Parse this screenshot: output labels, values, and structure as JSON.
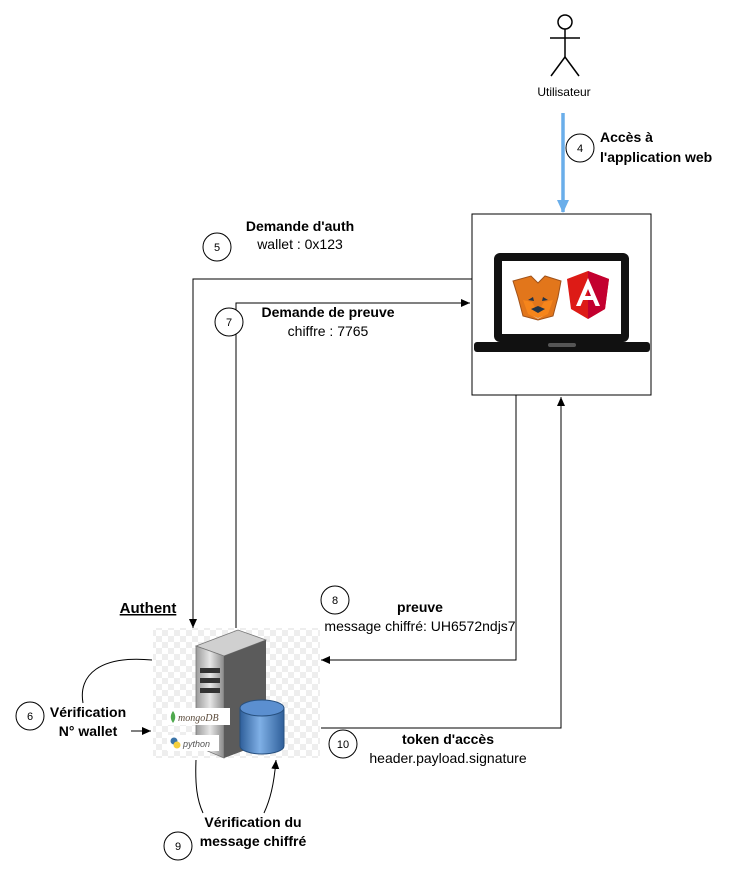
{
  "actor": {
    "label": "Utilisateur"
  },
  "steps": [
    {
      "num": "4",
      "title": "Accès à",
      "title2": "l'application web"
    },
    {
      "num": "5",
      "title": "Demande d'auth",
      "detail": "wallet : 0x123"
    },
    {
      "num": "6",
      "title": "Vérification",
      "title2": "N° wallet"
    },
    {
      "num": "7",
      "title": "Demande de preuve",
      "detail": "chiffre : 7765"
    },
    {
      "num": "8",
      "title": "preuve",
      "detail": "message chiffré: UH6572ndjs7"
    },
    {
      "num": "9",
      "title": "Vérification du",
      "title2": "message chiffré"
    },
    {
      "num": "10",
      "title": "token d'accès",
      "detail": "header.payload.signature"
    }
  ],
  "server": {
    "label": "Authent",
    "logos": [
      "mongoDB",
      "python"
    ]
  },
  "laptop": {
    "logos": [
      "metamask",
      "angular"
    ]
  },
  "colors": {
    "user_arrow": "#6aaeea",
    "angular": "#dd1b16",
    "angular_dark": "#c3002f",
    "db": "#4a7ebb"
  }
}
